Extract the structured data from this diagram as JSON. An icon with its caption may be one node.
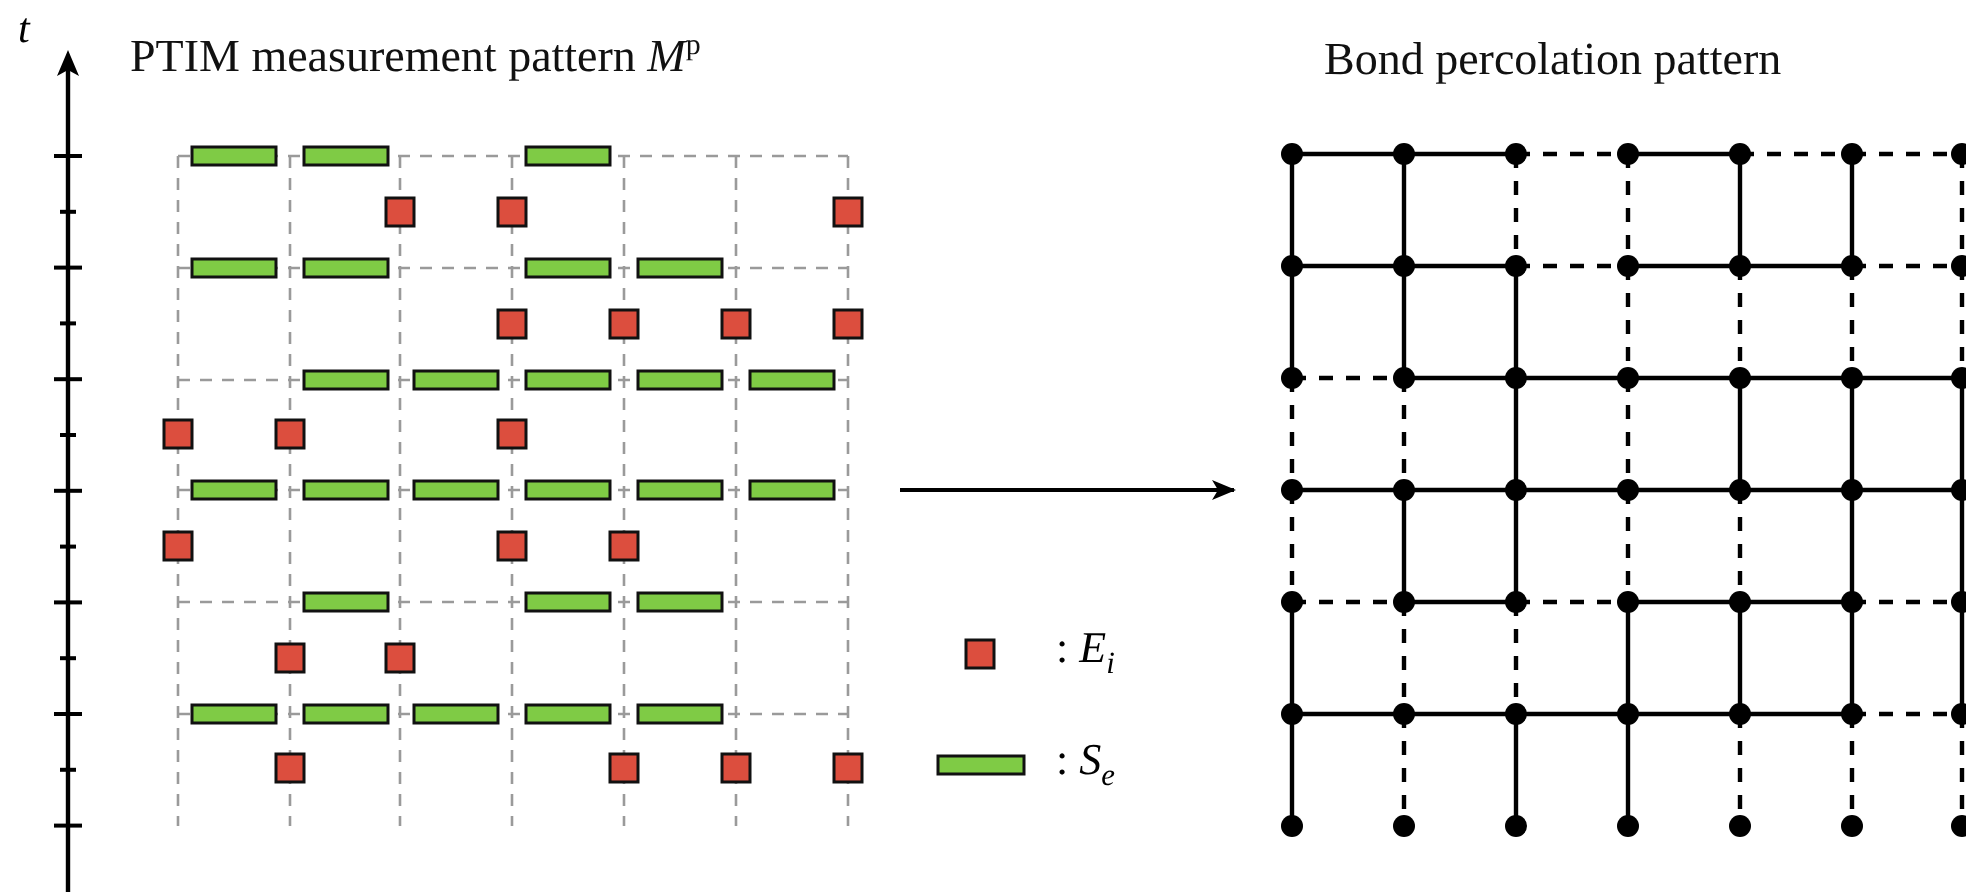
{
  "diagram": {
    "nodes": [
      {
        "text": [
          "PTIM measurement pattern *M*$^{p}$"
        ]
      },
      {
        "text": [
          "Bond percolation pattern"
        ]
      }
    ],
    "edges": [
      {
        "from": 0,
        "to": 1,
        "arrow": "to"
      }
    ],
    "labels": [
      "t"
    ],
    "legend": [
      {
        "text": ": *E*$_{i}$",
        "color": "#dc4e3e"
      },
      {
        "text": ": *S*$_{e}$",
        "color": "#7fcb45"
      }
    ]
  }
}
